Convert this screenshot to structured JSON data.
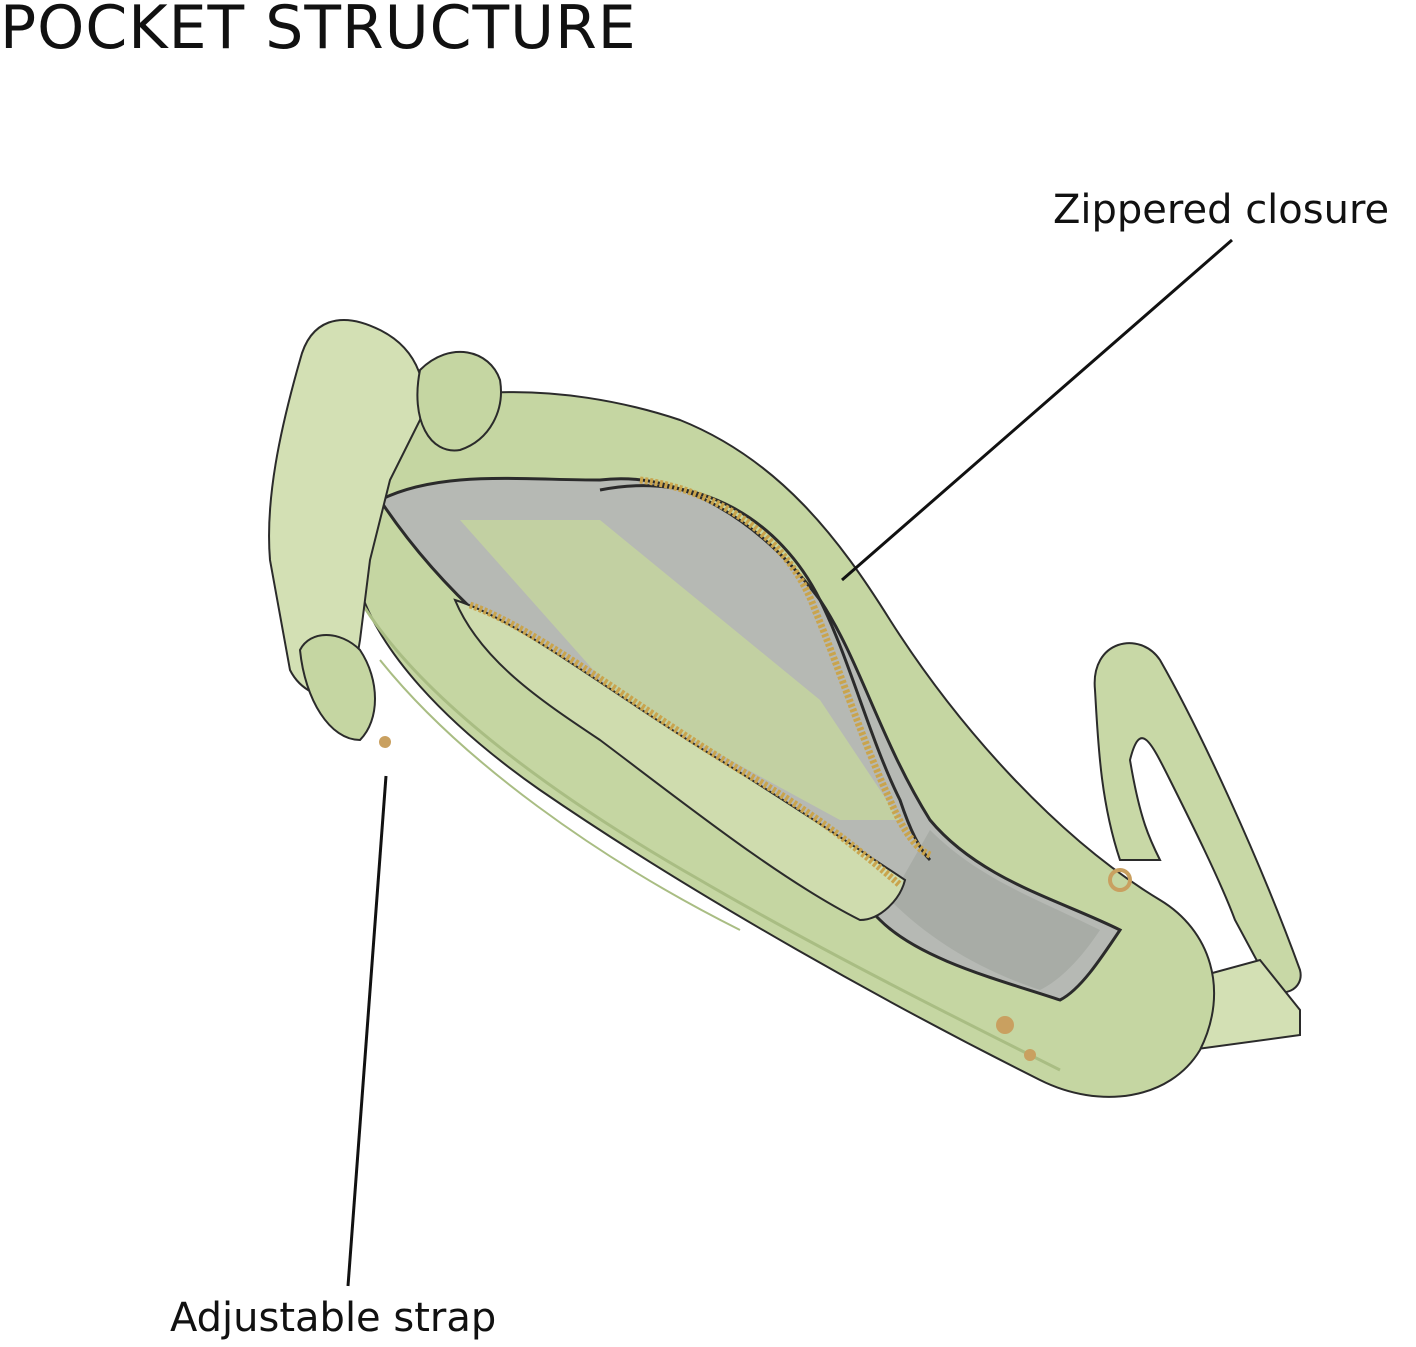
{
  "title": "POCKET STRUCTURE",
  "callouts": {
    "zippered_closure": "Zippered closure",
    "adjustable_strap": "Adjustable strap"
  },
  "colors": {
    "leather": "#c5d6a2",
    "leather_shadow": "#a9bd83",
    "leather_light": "#dbe6c0",
    "lining": "#b6b9b4",
    "edge": "#2b2b2b",
    "zipper": "#c9a44d",
    "hardware": "#c9a060",
    "leader_line": "#111111"
  }
}
